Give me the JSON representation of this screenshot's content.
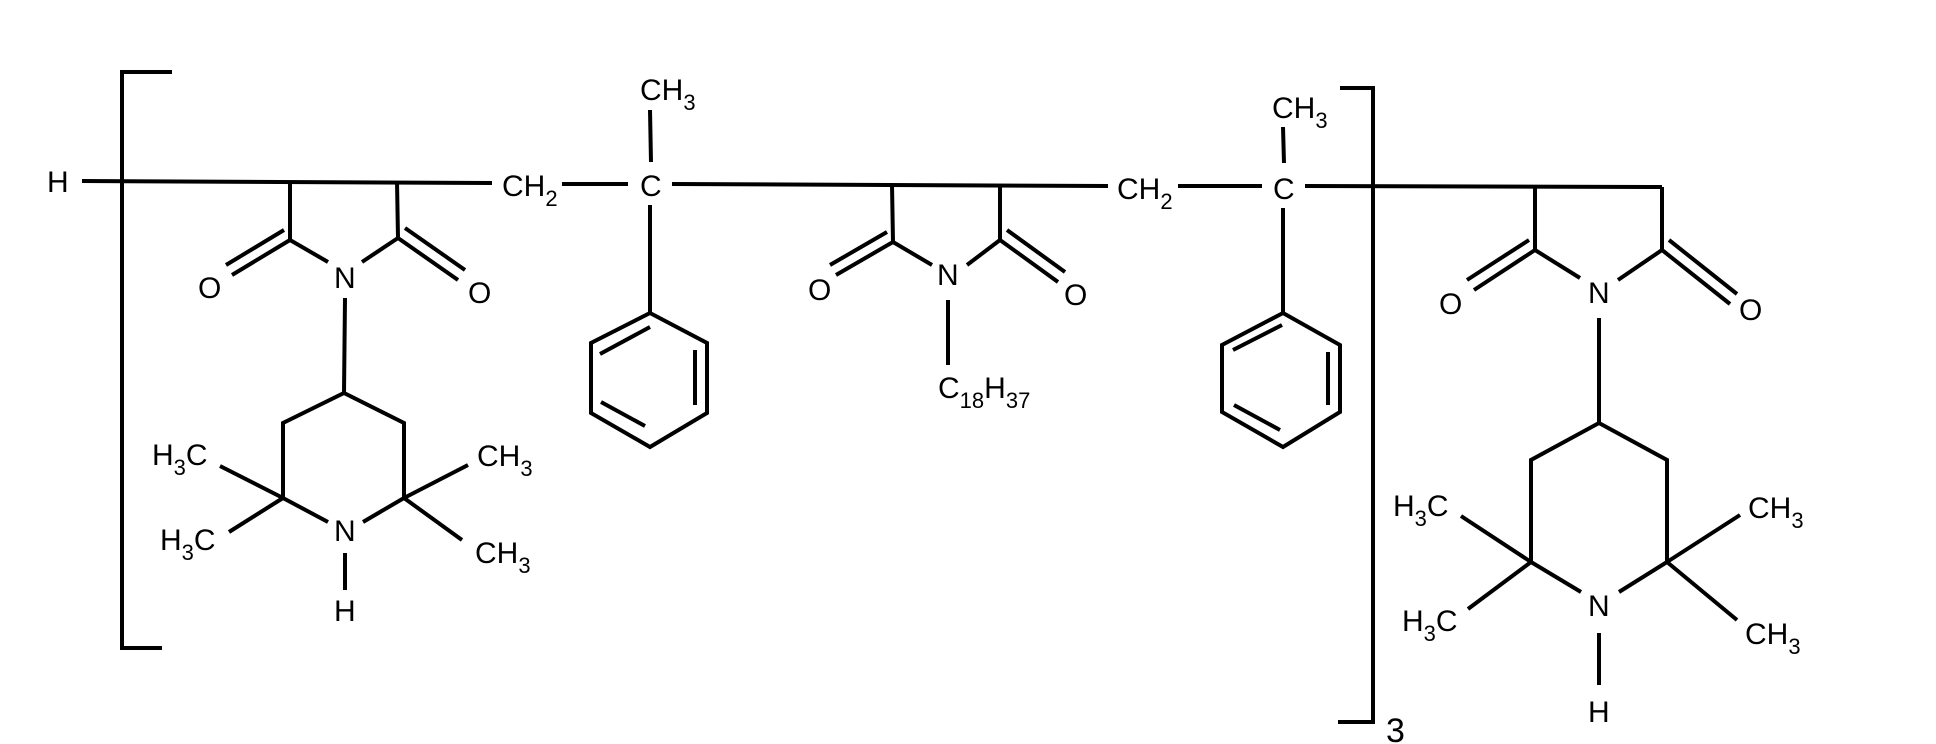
{
  "figure": {
    "type": "chemical-structure",
    "description": "Repeating copolymer unit: [succinimide(N-tetramethylpiperidinyl)-CH2-C(CH3)(Ph)-succinimide(N-C18H37)-CH2-C(CH3)(Ph)]3 terminated with H and a succinimide(N-tetramethylpiperidinyl)",
    "colors": {
      "ink": "#000000",
      "background": "#ffffff"
    }
  },
  "labels": {
    "end_group_H": "H",
    "ch2_1": {
      "main": "CH",
      "sub": "2"
    },
    "ch2_2": {
      "main": "CH",
      "sub": "2"
    },
    "quat_c_1": "C",
    "quat_c_2": "C",
    "methyl_top_1": {
      "main": "CH",
      "sub": "3"
    },
    "methyl_top_2": {
      "main": "CH",
      "sub": "3"
    },
    "imide_1": {
      "n": "N",
      "o_left": "O",
      "o_right": "O"
    },
    "imide_2": {
      "n": "N",
      "o_left": "O",
      "o_right": "O"
    },
    "imide_3": {
      "n": "N",
      "o_left": "O",
      "o_right": "O"
    },
    "alkyl": {
      "c": "C",
      "c_sub": "18",
      "h": "H",
      "h_sub": "37"
    },
    "piperidine_1": {
      "n": "N",
      "h": "H",
      "ul": {
        "pre": "H",
        "sub": "3",
        "post": "C"
      },
      "ll": {
        "pre": "H",
        "sub": "3",
        "post": "C"
      },
      "ur": {
        "main": "CH",
        "sub": "3"
      },
      "lr": {
        "main": "CH",
        "sub": "3"
      }
    },
    "piperidine_2": {
      "n": "N",
      "h": "H",
      "ul": {
        "pre": "H",
        "sub": "3",
        "post": "C"
      },
      "ll": {
        "pre": "H",
        "sub": "3",
        "post": "C"
      },
      "ur": {
        "main": "CH",
        "sub": "3"
      },
      "lr": {
        "main": "CH",
        "sub": "3"
      }
    },
    "repeat_count": "3"
  }
}
